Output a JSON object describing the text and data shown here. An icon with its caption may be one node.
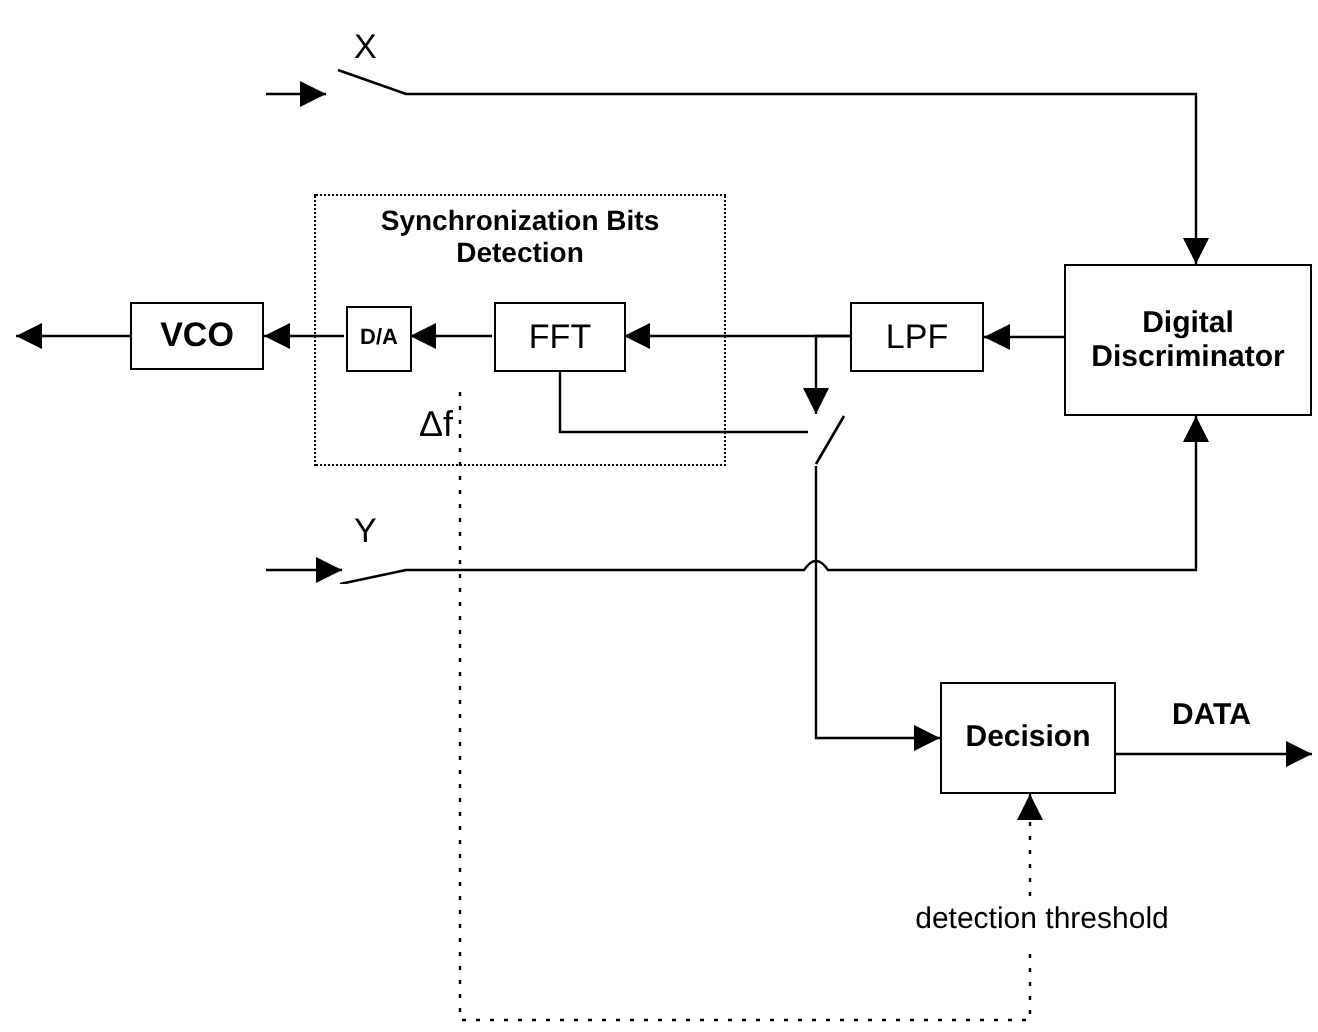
{
  "diagram": {
    "nodes": [
      {
        "text": [
          "X"
        ]
      },
      {
        "text": [
          "Synchronization Bits Detection"
        ]
      },
      {
        "text": [
          "VCO"
        ]
      },
      {
        "text": [
          "D/A"
        ],
        "in": 1
      },
      {
        "text": [
          "FFT"
        ],
        "in": 1
      },
      {
        "text": [
          "LPF"
        ]
      },
      {
        "text": [
          "Digital Discriminator"
        ]
      },
      {
        "text": [
          "Δf"
        ],
        "in": 1
      },
      {
        "text": [],
        "shape": "switch"
      },
      {
        "text": [
          "Y"
        ]
      },
      {
        "text": [
          "Decision"
        ]
      },
      {
        "text": [
          "detection threshold"
        ]
      }
    ],
    "edges": [
      {
        "from": 6,
        "to": 5,
        "arrow": "to"
      },
      {
        "from": 5,
        "to": 4,
        "arrow": "to"
      },
      {
        "from": 4,
        "to": 3,
        "arrow": "to"
      },
      {
        "from": 3,
        "to": 2,
        "arrow": "to"
      },
      {
        "from": 2,
        "to": null,
        "arrow": "to"
      },
      {
        "from": null,
        "to": 0,
        "arrow": "to"
      },
      {
        "from": 0,
        "to": 6,
        "arrow": "to"
      },
      {
        "from": null,
        "to": 9,
        "arrow": "to"
      },
      {
        "from": 9,
        "to": 6,
        "arrow": "to"
      },
      {
        "from": 5,
        "to": 8,
        "arrow": "to"
      },
      {
        "from": 4,
        "to": 8,
        "arrow": "none"
      },
      {
        "from": 8,
        "to": 10,
        "arrow": "to"
      },
      {
        "from": 10,
        "to": null,
        "arrow": "to",
        "label": "DATA"
      },
      {
        "from": 7,
        "to": 11,
        "arrow": "none",
        "style": "dashed"
      },
      {
        "from": 11,
        "to": 10,
        "arrow": "to",
        "style": "dashed"
      }
    ]
  }
}
